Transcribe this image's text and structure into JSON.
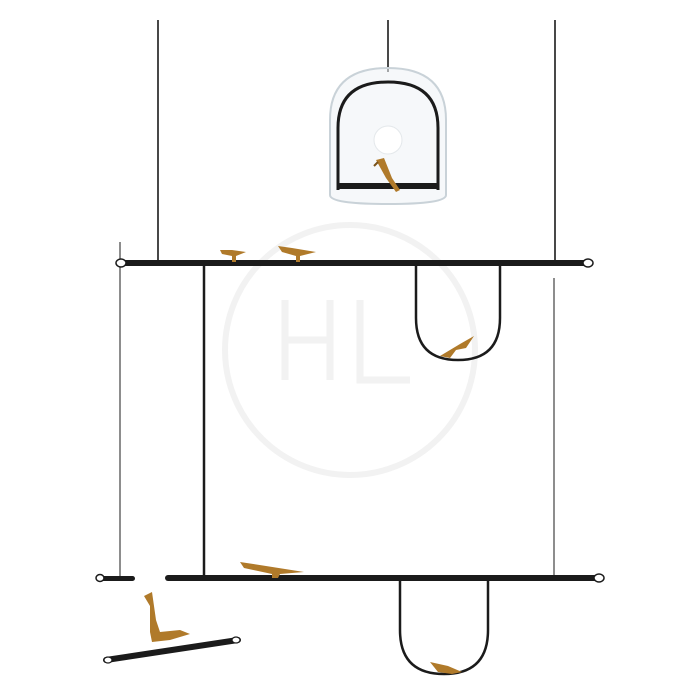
{
  "colors": {
    "background": "#ffffff",
    "metal": "#1b1b1b",
    "brass": "#b07a2a",
    "brass_dark": "#7a5218",
    "glass_edge": "#c9d2d8",
    "glass_fill": "#eef3f6",
    "watermark": "#f1f1f1"
  },
  "watermark": {
    "icon": "logo-watermark-icon"
  },
  "objects": {
    "dome_pendant": "glass-dome-pendant",
    "upper_bar": "upper-horizontal-bar",
    "lower_bar": "lower-horizontal-bar",
    "birds": "brass-bird-icon"
  }
}
